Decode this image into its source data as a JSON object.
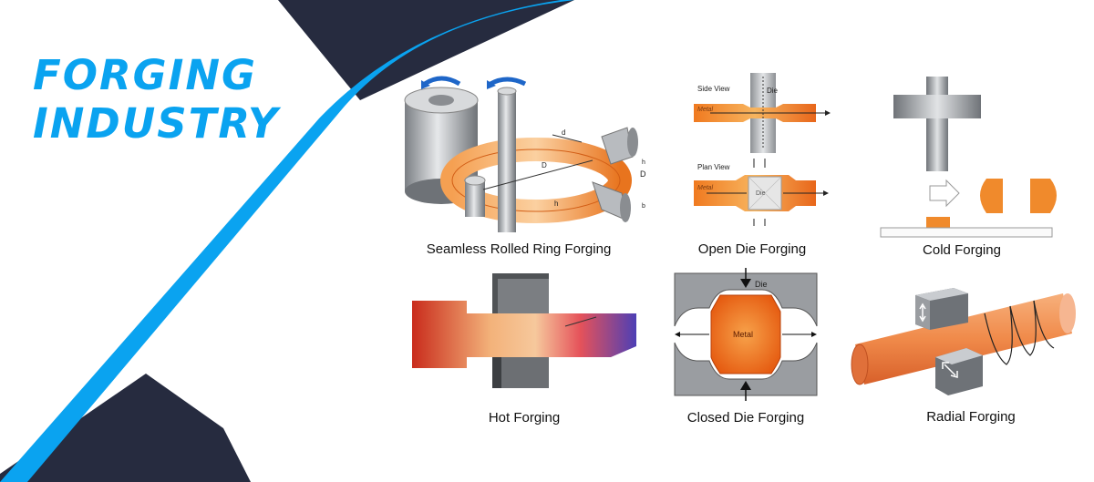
{
  "title": {
    "line1": "FORGING",
    "line2": "INDUSTRY"
  },
  "colors": {
    "navy": "#262b3f",
    "accent": "#0aa3f0",
    "metal_orange": "#f08a2c",
    "die_grey": "#8a8d91"
  },
  "processes": [
    {
      "caption": "Seamless Rolled Ring Forging",
      "labels": {
        "outer_d": "D",
        "small_d": "d",
        "height": "h",
        "side_d": "D",
        "side_h": "h",
        "side_b": "b"
      }
    },
    {
      "caption": "Open Die Forging",
      "labels": {
        "side_view": "Side View",
        "die": "Die",
        "metal": "Metal",
        "plan_view": "Plan View",
        "metal2": "Metal",
        "die2": "Die"
      }
    },
    {
      "caption": "Cold Forging"
    },
    {
      "caption": "Hot Forging"
    },
    {
      "caption": "Closed Die Forging",
      "labels": {
        "die": "Die",
        "metal": "Metal"
      }
    },
    {
      "caption": "Radial Forging"
    }
  ]
}
